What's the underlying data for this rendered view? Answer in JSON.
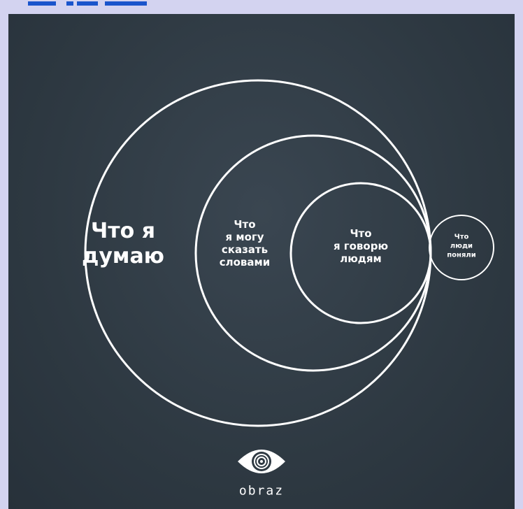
{
  "diagram": {
    "circles": [
      {
        "label": "Что я\nдумаю"
      },
      {
        "label": "Что\nя могу\nсказать\nсловами"
      },
      {
        "label": "Что\nя говорю\nлюдям"
      },
      {
        "label": "Что\nлюди\nпоняли"
      }
    ],
    "stroke_color": "#ffffff",
    "background_color": "#2f3a43"
  },
  "logo": {
    "icon": "spiral-eye-icon",
    "text": "obraz"
  }
}
